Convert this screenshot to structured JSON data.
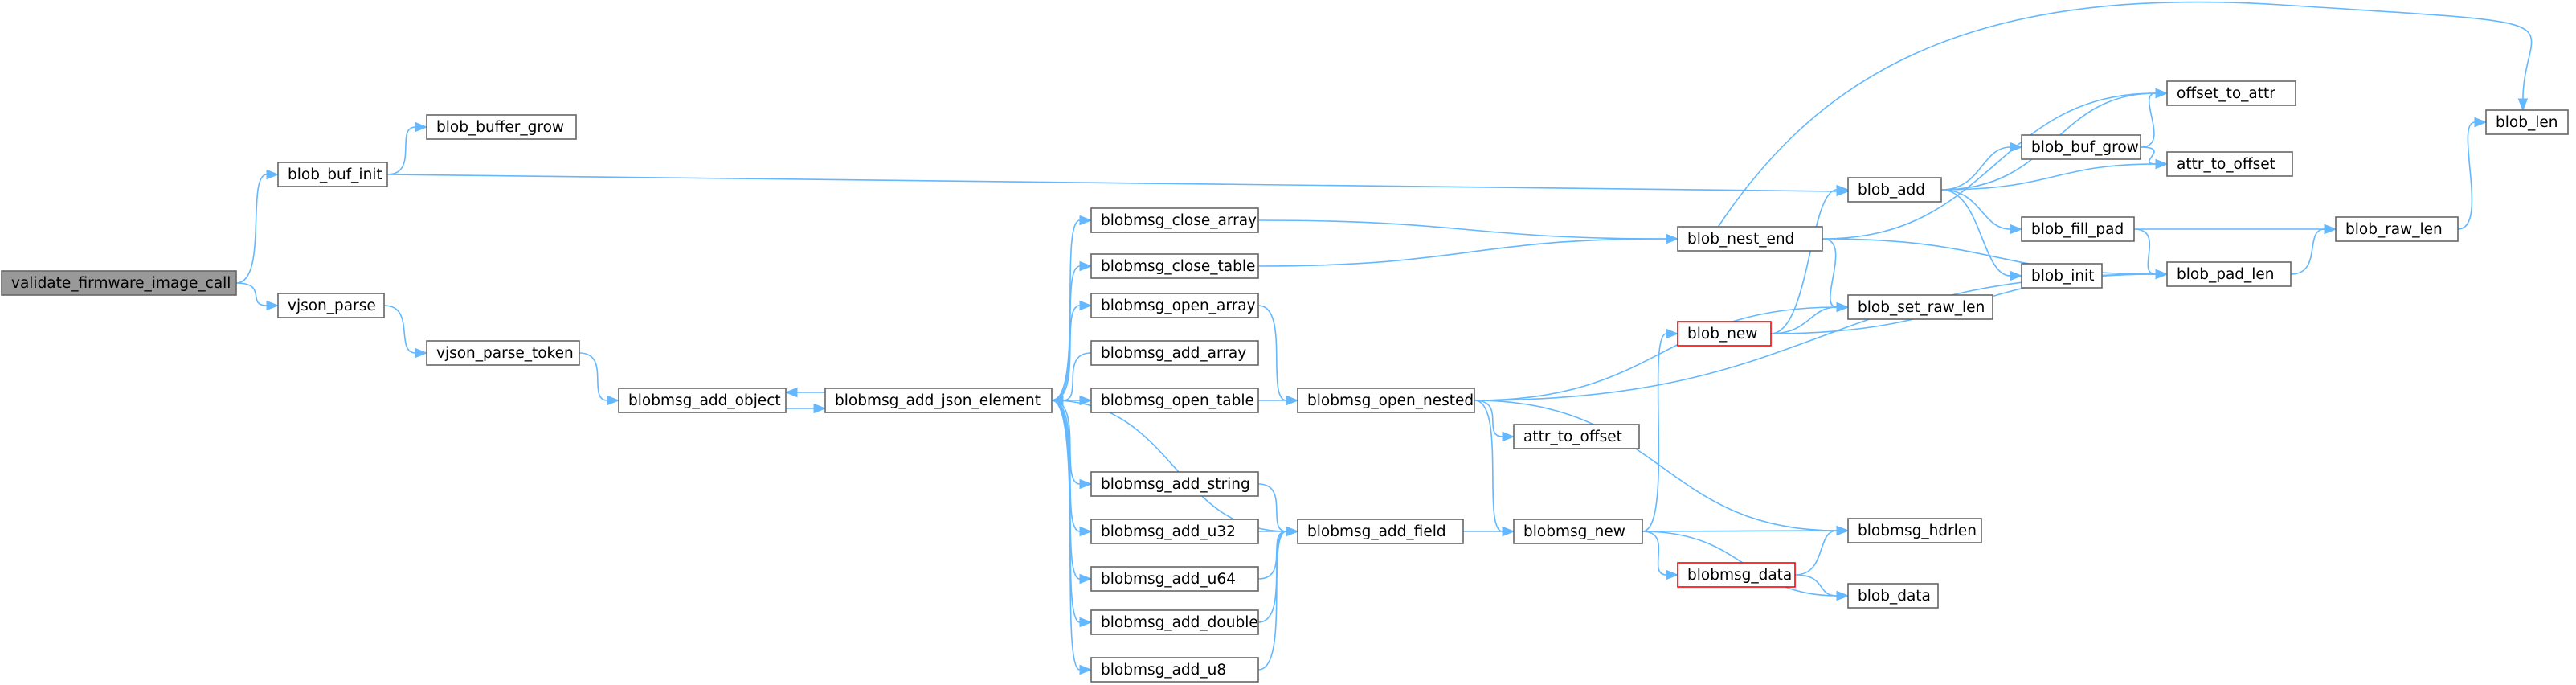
{
  "colors": {
    "edge": "#63b8ff",
    "node_border": "#666666",
    "root_fill": "#999999",
    "warn_border": "#ff0000",
    "background": "#ffffff"
  },
  "nodes": {
    "validate_firmware_image_call": "validate_firmware_image_call",
    "blob_buf_init": "blob_buf_init",
    "blob_buffer_grow": "blob_buffer_grow",
    "vjson_parse": "vjson_parse",
    "vjson_parse_token": "vjson_parse_token",
    "blobmsg_add_object": "blobmsg_add_object",
    "blobmsg_add_json_element": "blobmsg_add_json_element",
    "blobmsg_close_array": "blobmsg_close_array",
    "blobmsg_close_table": "blobmsg_close_table",
    "blobmsg_open_array": "blobmsg_open_array",
    "blobmsg_add_array": "blobmsg_add_array",
    "blobmsg_open_table": "blobmsg_open_table",
    "blobmsg_add_string": "blobmsg_add_string",
    "blobmsg_add_u32": "blobmsg_add_u32",
    "blobmsg_add_u64": "blobmsg_add_u64",
    "blobmsg_add_double": "blobmsg_add_double",
    "blobmsg_add_u8": "blobmsg_add_u8",
    "blobmsg_add_field": "blobmsg_add_field",
    "blobmsg_open_nested": "blobmsg_open_nested",
    "blob_nest_end": "blob_nest_end",
    "attr_to_offset_1": "attr_to_offset",
    "blobmsg_new": "blobmsg_new",
    "blob_new": "blob_new",
    "blobmsg_data": "blobmsg_data",
    "blob_set_raw_len": "blob_set_raw_len",
    "blobmsg_hdrlen": "blobmsg_hdrlen",
    "blob_data": "blob_data",
    "blob_add": "blob_add",
    "blob_buf_grow": "blob_buf_grow",
    "blob_fill_pad": "blob_fill_pad",
    "blob_init": "blob_init",
    "offset_to_attr": "offset_to_attr",
    "attr_to_offset_2": "attr_to_offset",
    "blob_pad_len": "blob_pad_len",
    "blob_raw_len": "blob_raw_len",
    "blob_len": "blob_len"
  }
}
